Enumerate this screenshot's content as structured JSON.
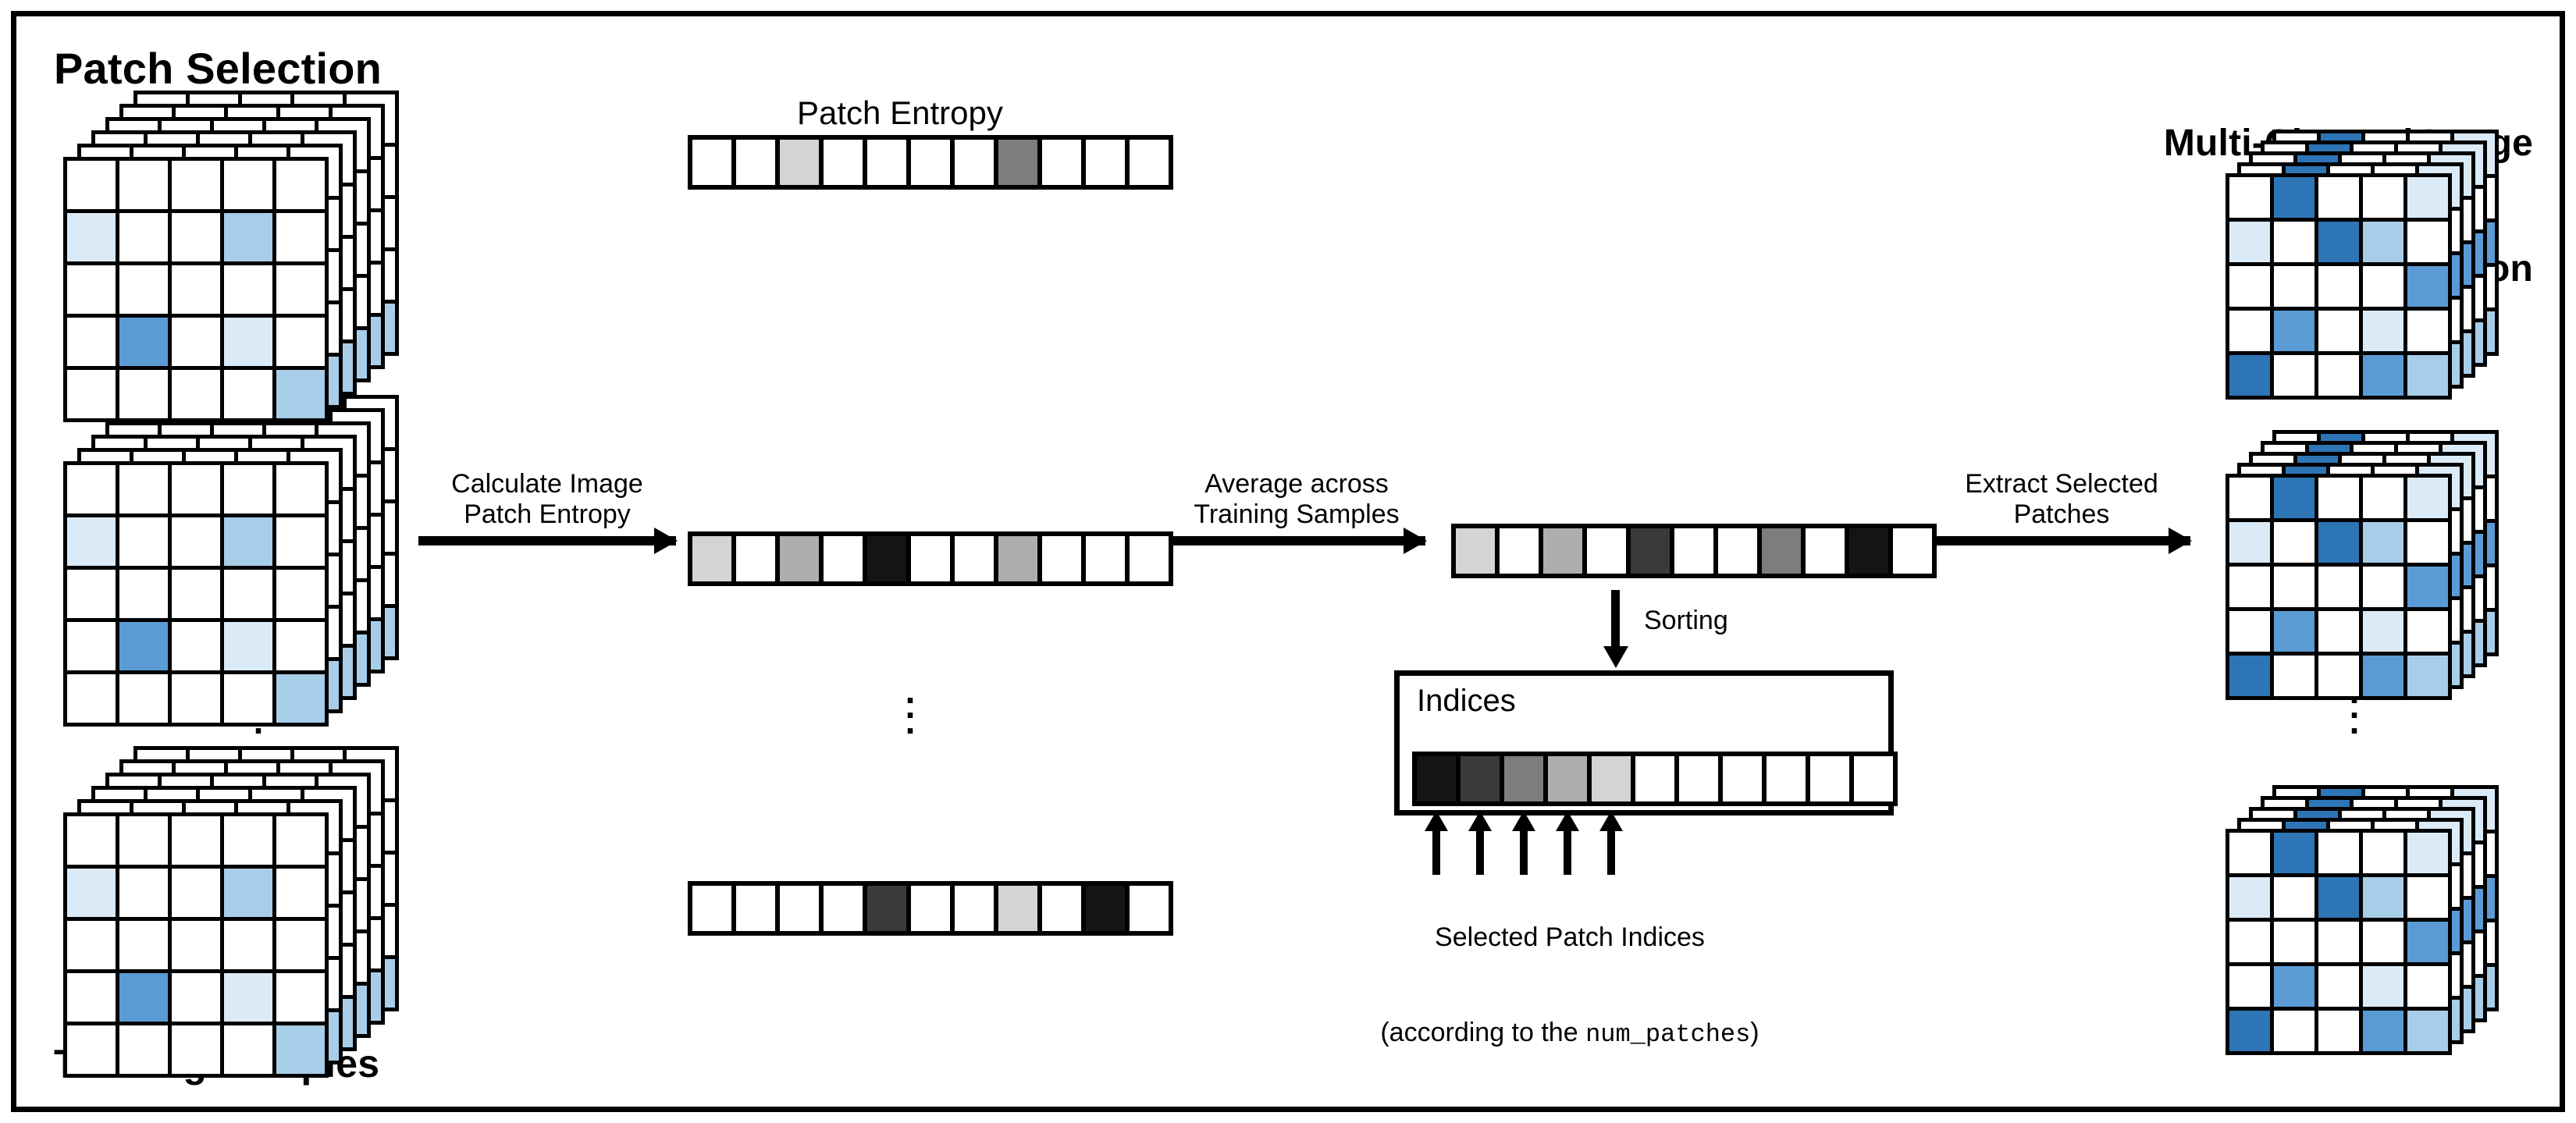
{
  "titles": {
    "patch_selection": "Patch Selection",
    "multi_channel_line1": "Multi-Channel Image",
    "multi_channel_line2": "Representation",
    "training_samples": "Training Samples",
    "patch_entropy": "Patch Entropy",
    "indices": "Indices"
  },
  "arrows": {
    "calculate": "Calculate Image\nPatch Entropy",
    "average": "Average across\nTraining Samples",
    "extract": "Extract Selected\nPatches",
    "sorting": "Sorting"
  },
  "caption": {
    "line1": "Selected Patch Indices",
    "line2_prefix": "(according to the ",
    "line2_mono": "num_patches",
    "line2_suffix": ")"
  },
  "palette": {
    "black": "#000000",
    "white": "#ffffff",
    "gray_light": "#d4d4d4",
    "gray_mid_light": "#aeaeae",
    "gray_mid": "#7d7d7d",
    "gray_dark": "#3a3a3a",
    "near_black": "#141414",
    "blue_pale": "#dbeaf7",
    "blue_light": "#a8cde8",
    "blue_mid": "#5b9bd5",
    "blue_dark": "#2e75b6"
  },
  "ellipsis": "⋮",
  "chart_data": {
    "type": "diagram",
    "title": "Patch Selection pipeline",
    "entropy_strips": [
      {
        "name": "sample-1-entropy",
        "n_cells": 11,
        "values": [
          "#ffffff",
          "#ffffff",
          "#d4d4d4",
          "#ffffff",
          "#ffffff",
          "#ffffff",
          "#ffffff",
          "#7d7d7d",
          "#ffffff",
          "#ffffff",
          "#ffffff"
        ]
      },
      {
        "name": "sample-2-entropy",
        "n_cells": 11,
        "values": [
          "#d4d4d4",
          "#ffffff",
          "#aeaeae",
          "#ffffff",
          "#141414",
          "#ffffff",
          "#ffffff",
          "#aeaeae",
          "#ffffff",
          "#ffffff",
          "#ffffff"
        ]
      },
      {
        "name": "sample-n-entropy",
        "n_cells": 11,
        "values": [
          "#ffffff",
          "#ffffff",
          "#ffffff",
          "#ffffff",
          "#3a3a3a",
          "#ffffff",
          "#ffffff",
          "#d4d4d4",
          "#ffffff",
          "#141414",
          "#ffffff"
        ]
      }
    ],
    "averaged_strip": {
      "name": "averaged-entropy",
      "n_cells": 11,
      "values": [
        "#d4d4d4",
        "#ffffff",
        "#aeaeae",
        "#ffffff",
        "#3a3a3a",
        "#ffffff",
        "#ffffff",
        "#7d7d7d",
        "#ffffff",
        "#141414",
        "#ffffff"
      ]
    },
    "indices_strip": {
      "name": "sorted-indices",
      "n_cells": 11,
      "n_selected": 5,
      "values": [
        "#141414",
        "#3a3a3a",
        "#7d7d7d",
        "#aeaeae",
        "#d4d4d4",
        "#ffffff",
        "#ffffff",
        "#ffffff",
        "#ffffff",
        "#ffffff",
        "#ffffff"
      ]
    },
    "left_cubes": [
      {
        "name": "training-sample-1",
        "rows": 5,
        "cols": 5,
        "layers": 6,
        "cells": [
          "#ffffff",
          "#ffffff",
          "#ffffff",
          "#ffffff",
          "#ffffff",
          "#dbeaf7",
          "#ffffff",
          "#ffffff",
          "#a8cde8",
          "#ffffff",
          "#ffffff",
          "#ffffff",
          "#ffffff",
          "#ffffff",
          "#ffffff",
          "#ffffff",
          "#5b9bd5",
          "#ffffff",
          "#dbeaf7",
          "#ffffff",
          "#ffffff",
          "#ffffff",
          "#ffffff",
          "#ffffff",
          "#a8cde8"
        ]
      },
      {
        "name": "training-sample-2",
        "rows": 5,
        "cols": 5,
        "layers": 6,
        "cells": [
          "#ffffff",
          "#ffffff",
          "#ffffff",
          "#ffffff",
          "#ffffff",
          "#dbeaf7",
          "#ffffff",
          "#ffffff",
          "#a8cde8",
          "#ffffff",
          "#ffffff",
          "#ffffff",
          "#ffffff",
          "#ffffff",
          "#ffffff",
          "#ffffff",
          "#5b9bd5",
          "#ffffff",
          "#dbeaf7",
          "#ffffff",
          "#ffffff",
          "#ffffff",
          "#ffffff",
          "#ffffff",
          "#a8cde8"
        ]
      },
      {
        "name": "training-sample-n",
        "rows": 5,
        "cols": 5,
        "layers": 6,
        "cells": [
          "#ffffff",
          "#ffffff",
          "#ffffff",
          "#ffffff",
          "#ffffff",
          "#dbeaf7",
          "#ffffff",
          "#ffffff",
          "#a8cde8",
          "#ffffff",
          "#ffffff",
          "#ffffff",
          "#ffffff",
          "#ffffff",
          "#ffffff",
          "#ffffff",
          "#5b9bd5",
          "#ffffff",
          "#dbeaf7",
          "#ffffff",
          "#ffffff",
          "#ffffff",
          "#ffffff",
          "#ffffff",
          "#a8cde8"
        ]
      }
    ],
    "right_cubes": [
      {
        "name": "multichannel-1",
        "rows": 5,
        "cols": 5,
        "layers": 5,
        "cells": [
          "#ffffff",
          "#2e75b6",
          "#ffffff",
          "#ffffff",
          "#dbeaf7",
          "#dbeaf7",
          "#ffffff",
          "#2e75b6",
          "#a8cde8",
          "#ffffff",
          "#ffffff",
          "#ffffff",
          "#ffffff",
          "#ffffff",
          "#5b9bd5",
          "#ffffff",
          "#5b9bd5",
          "#ffffff",
          "#dbeaf7",
          "#ffffff",
          "#2e75b6",
          "#ffffff",
          "#ffffff",
          "#5b9bd5",
          "#a8cde8"
        ]
      },
      {
        "name": "multichannel-2",
        "rows": 5,
        "cols": 5,
        "layers": 5,
        "cells": [
          "#ffffff",
          "#2e75b6",
          "#ffffff",
          "#ffffff",
          "#dbeaf7",
          "#dbeaf7",
          "#ffffff",
          "#2e75b6",
          "#a8cde8",
          "#ffffff",
          "#ffffff",
          "#ffffff",
          "#ffffff",
          "#ffffff",
          "#5b9bd5",
          "#ffffff",
          "#5b9bd5",
          "#ffffff",
          "#dbeaf7",
          "#ffffff",
          "#2e75b6",
          "#ffffff",
          "#ffffff",
          "#5b9bd5",
          "#a8cde8"
        ]
      },
      {
        "name": "multichannel-n",
        "rows": 5,
        "cols": 5,
        "layers": 5,
        "cells": [
          "#ffffff",
          "#2e75b6",
          "#ffffff",
          "#ffffff",
          "#dbeaf7",
          "#dbeaf7",
          "#ffffff",
          "#2e75b6",
          "#a8cde8",
          "#ffffff",
          "#ffffff",
          "#ffffff",
          "#ffffff",
          "#ffffff",
          "#5b9bd5",
          "#ffffff",
          "#5b9bd5",
          "#ffffff",
          "#dbeaf7",
          "#ffffff",
          "#2e75b6",
          "#ffffff",
          "#ffffff",
          "#5b9bd5",
          "#a8cde8"
        ]
      }
    ]
  }
}
